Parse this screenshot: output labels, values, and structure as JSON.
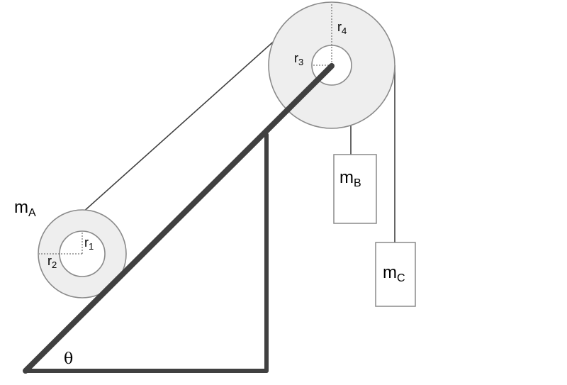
{
  "labels": {
    "mass_a": "m",
    "mass_a_sub": "A",
    "mass_b": "m",
    "mass_b_sub": "B",
    "mass_c": "m",
    "mass_c_sub": "C",
    "r1": "r",
    "r1_sub": "1",
    "r2": "r",
    "r2_sub": "2",
    "r3": "r",
    "r3_sub": "3",
    "r4": "r",
    "r4_sub": "4",
    "angle": "θ"
  },
  "colors": {
    "disk_fill": "#eeeeee",
    "block_fill": "#ffffff",
    "strut": "#404040"
  }
}
